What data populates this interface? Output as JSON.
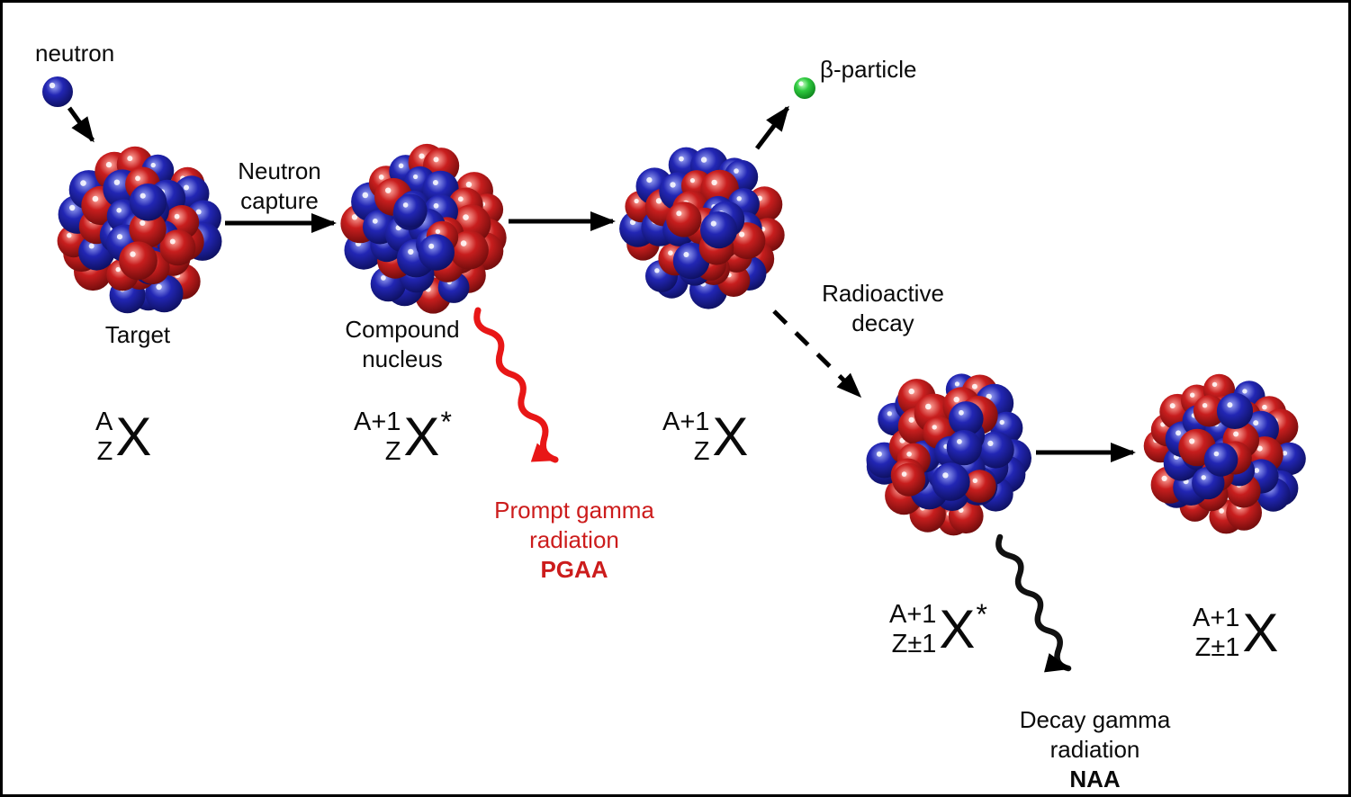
{
  "labels": {
    "neutron": "neutron",
    "neutron_capture": "Neutron capture",
    "target": "Target",
    "compound_nucleus": "Compound nucleus",
    "beta_particle": "β-particle",
    "radioactive_decay": "Radioactive decay",
    "prompt_gamma": "Prompt gamma radiation",
    "pgaa": "PGAA",
    "decay_gamma": "Decay gamma radiation",
    "naa": "NAA"
  },
  "notations": [
    {
      "id": "target",
      "mass": "A",
      "charge": "Z",
      "symbol": "X",
      "excited": ""
    },
    {
      "id": "compound",
      "mass": "A+1",
      "charge": "Z",
      "symbol": "X",
      "excited": "*"
    },
    {
      "id": "product",
      "mass": "A+1",
      "charge": "Z",
      "symbol": "X",
      "excited": ""
    },
    {
      "id": "decay_excited",
      "mass": "A+1",
      "charge": "Z±1",
      "symbol": "X",
      "excited": "*"
    },
    {
      "id": "final",
      "mass": "A+1",
      "charge": "Z±1",
      "symbol": "X",
      "excited": ""
    }
  ],
  "colors": {
    "prompt_gamma_text": "#cc1c1c",
    "prompt_gamma_arrow": "#e81717",
    "decay_arrow": "#111111",
    "arrow_black": "#000000",
    "neutron_sphere_blue": "#2a2cb0",
    "beta_sphere_green": "#2eb82e",
    "nucleus_red": "#c22020",
    "nucleus_blue": "#2226b4"
  }
}
